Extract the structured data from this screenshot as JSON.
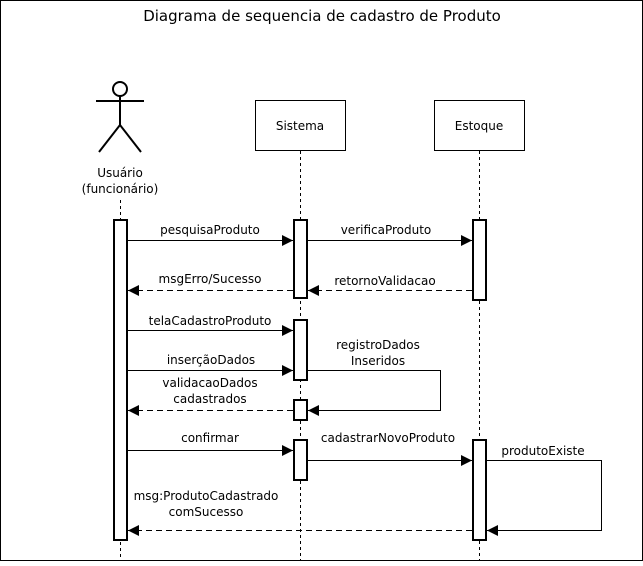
{
  "title": "Diagrama de sequencia de cadastro de Produto",
  "participants": {
    "actor": {
      "line1": "Usuário",
      "line2": "(funcionário)"
    },
    "sistema": "Sistema",
    "estoque": "Estoque"
  },
  "messages": {
    "m1": "pesquisaProduto",
    "m2": "verificaProduto",
    "m3": "retornoValidacao",
    "m4": "msgErro/Sucesso",
    "m5": "telaCadastroProduto",
    "m6": "inserçãoDados",
    "m7a": "registroDados",
    "m7b": "Inseridos",
    "m8a": "validacaoDados",
    "m8b": "cadastrados",
    "m9": "confirmar",
    "m10": "cadastrarNovoProduto",
    "m11": "produtoExiste",
    "m12a": "msg:ProdutoCadastrado",
    "m12b": "comSucesso"
  }
}
